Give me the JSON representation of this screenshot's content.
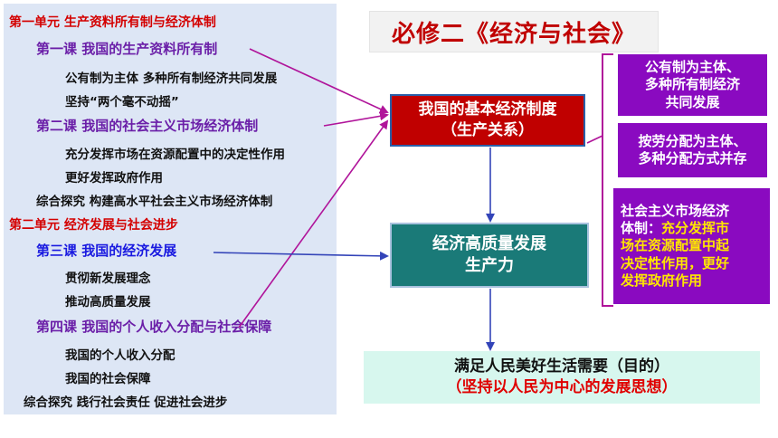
{
  "title": "必修二《经济与社会》",
  "outline": {
    "unit1": "第一单元 生产资料所有制与经济体制",
    "lesson1": "第一课 我国的生产资料所有制",
    "lesson1_items": [
      "公有制为主体 多种所有制经济共同发展",
      "坚持“两个毫不动摇”"
    ],
    "lesson2": "第二课 我国的社会主义市场经济体制",
    "lesson2_items": [
      "充分发挥市场在资源配置中的决定性作用",
      "更好发挥政府作用"
    ],
    "explore1": "综合探究 构建高水平社会主义市场经济体制",
    "unit2": "第二单元 经济发展与社会进步",
    "lesson3": "第三课 我国的经济发展",
    "lesson3_items": [
      "贯彻新发展理念",
      "推动高质量发展"
    ],
    "lesson4": "第四课 我国的个人收入分配与社会保障",
    "lesson4_items": [
      "我国的个人收入分配",
      "我国的社会保障"
    ],
    "explore2": "综合探究 践行社会责任 促进社会进步"
  },
  "diagram": {
    "basic_system": {
      "line1": "我国的基本经济制度",
      "line2": "（生产关系）"
    },
    "development": {
      "line1": "经济高质量发展",
      "line2": "生产力"
    },
    "goal": {
      "line1": "满足人民美好生活需要（目的）",
      "line2": "（坚持以人民为中心的发展思想）"
    },
    "components": [
      {
        "lines": [
          "公有制为主体、",
          "多种所有制经济",
          "共同发展"
        ]
      },
      {
        "lines": [
          "按劳分配为主体、",
          "多种分配方式并存"
        ]
      },
      {
        "prefix": "社会主义市场经济",
        "prefix2": "体制：",
        "highlight": [
          "充分发挥市",
          "场在资源配置中起",
          "决定性作用，更好",
          "发挥政府作用"
        ],
        "highlight_first_inline": "充分发挥市"
      }
    ]
  },
  "colors": {
    "unit_red": "#d40000",
    "lesson_purple": "#6b1fa8",
    "lesson_blue": "#1a1ae0",
    "arrow_purple": "#b0149a",
    "arrow_blue": "#3344b8",
    "box_red": "#c00000",
    "box_teal": "#1a7a78",
    "box_purple": "#8a0ac0",
    "highlight_yellow": "#ffe600"
  }
}
